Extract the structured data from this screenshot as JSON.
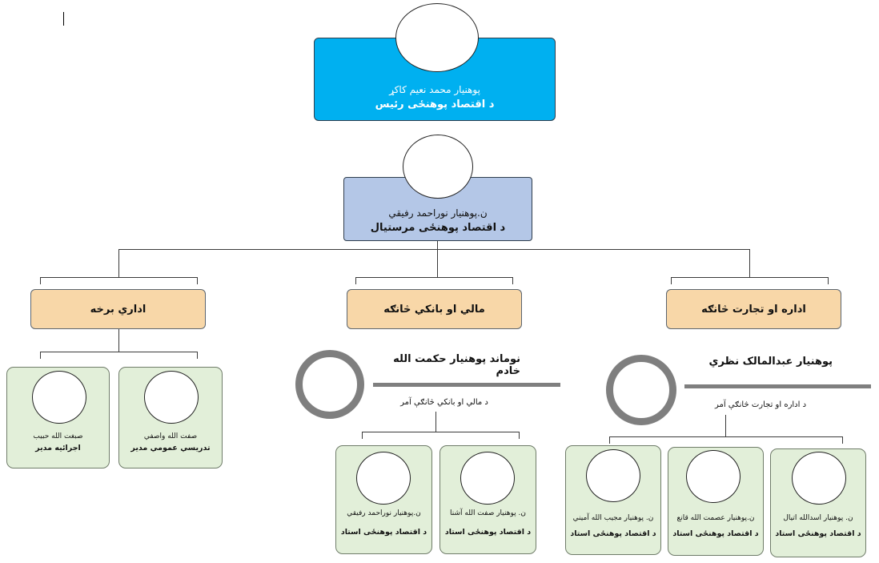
{
  "head": {
    "name": "پوهنیار محمد نعیم کاکړ",
    "title": "د اقتصاد پوهنځی رئیس"
  },
  "dean": {
    "name": "ن.پوهنیار نوراحمد رفیقي",
    "title": "د اقتصاد پوهنځی مرستیال"
  },
  "departments": {
    "admin": "اداري برخه",
    "finance": "مالي او بانکي څانګه",
    "business": "اداره او تجارت څانګه"
  },
  "admin_staff": [
    {
      "name": "صفت الله واصفي",
      "title": "تدریسي عمومي مدیر"
    },
    {
      "name": "صبغت الله حبیب",
      "title": "اجرائیه مدیر"
    }
  ],
  "finance": {
    "lead_name": "نوماند پوهنیار حکمت الله خادم",
    "lead_role": "د مالي او بانکي څانګې آمر",
    "staff": [
      {
        "name": "ن. پوهنیار صفت الله آشنا",
        "title": "د اقتصاد پوهنځی استاد"
      },
      {
        "name": "ن.پوهنیار نوراحمد رفیقي",
        "title": "د اقتصاد پوهنځی استاد"
      }
    ]
  },
  "business": {
    "lead_name": "پوهنیار عبدالمالک نظري",
    "lead_role": "د اداره او تجارت څانګې آمر",
    "staff": [
      {
        "name": "ن. پوهنیار اسدالله اتیال",
        "title": "د اقتصاد پوهنځی استاد"
      },
      {
        "name": "ن.پوهنیار عصمت الله قانع",
        "title": "د اقتصاد پوهنځی استاد"
      },
      {
        "name": "ن. پوهنیار مجیب الله آمیني",
        "title": "د اقتصاد پوهنځی استاد"
      }
    ]
  },
  "colors": {
    "head_fill": "#00b0f0",
    "dean_fill": "#b4c7e7",
    "department_fill": "#f8d7a8",
    "staff_card_fill": "#e2efd9",
    "lead_ring": "#7f7f7f"
  }
}
